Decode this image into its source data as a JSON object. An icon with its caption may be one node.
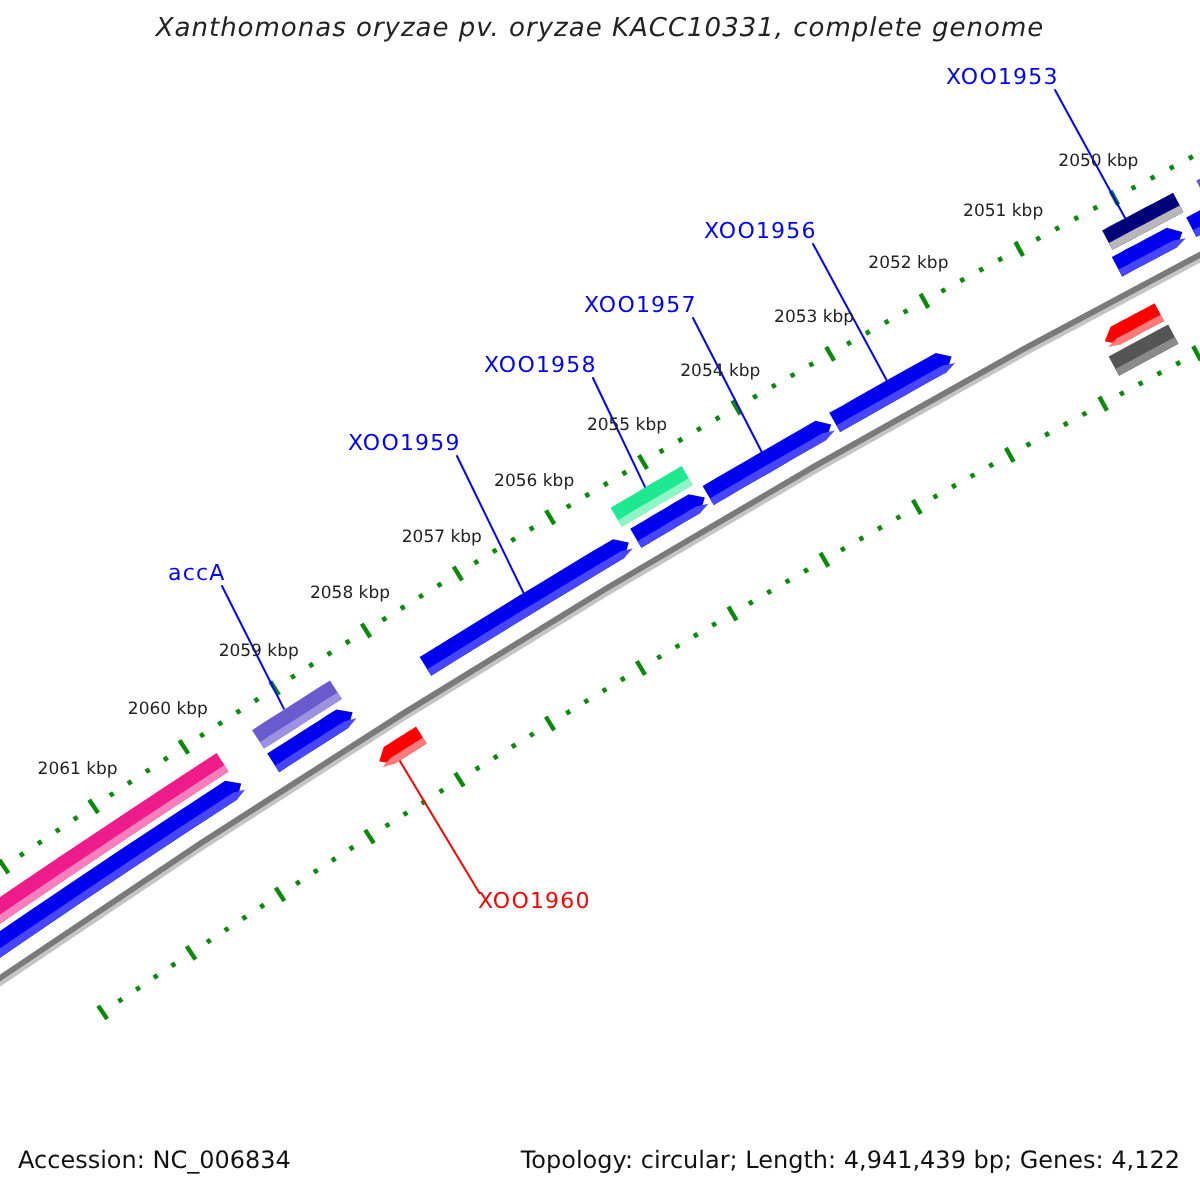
{
  "diagram": {
    "title": "Xanthomonas oryzae pv. oryzae KACC10331, complete genome",
    "nodes": [
      {
        "text": [
          "XOO1953"
        ]
      },
      {
        "text": [],
        "shape": "bar"
      },
      {
        "text": [
          "XOO1956"
        ]
      },
      {
        "text": [],
        "shape": "bar"
      },
      {
        "text": [
          "XOO1957"
        ]
      },
      {
        "text": [],
        "shape": "bar"
      },
      {
        "text": [
          "XOO1958"
        ]
      },
      {
        "text": [],
        "shape": "bar"
      },
      {
        "text": [
          "XOO1959"
        ]
      },
      {
        "text": [],
        "shape": "bar"
      },
      {
        "text": [
          "accA"
        ]
      },
      {
        "text": [],
        "shape": "bar"
      },
      {
        "text": [
          "XOO1960"
        ]
      },
      {
        "text": [],
        "shape": "bar"
      }
    ],
    "edges": [
      {
        "from": 0,
        "to": 1,
        "arrow": "none"
      },
      {
        "from": 2,
        "to": 3,
        "arrow": "none"
      },
      {
        "from": 4,
        "to": 5,
        "arrow": "none"
      },
      {
        "from": 6,
        "to": 7,
        "arrow": "none"
      },
      {
        "from": 8,
        "to": 9,
        "arrow": "none"
      },
      {
        "from": 10,
        "to": 11,
        "arrow": "none"
      },
      {
        "from": 12,
        "to": 13,
        "arrow": "none",
        "color": "#ff0000"
      }
    ],
    "labels": [
      "2050 kbp",
      "2051 kbp",
      "2052 kbp",
      "2053 kbp",
      "2054 kbp",
      "2055 kbp",
      "2056 kbp",
      "2057 kbp",
      "2058 kbp",
      "2059 kbp",
      "2060 kbp",
      "2061 kbp",
      "Accession: NC_006834",
      "Topology: circular; Length: 4,941,439 bp; Genes: 4,122"
    ]
  }
}
